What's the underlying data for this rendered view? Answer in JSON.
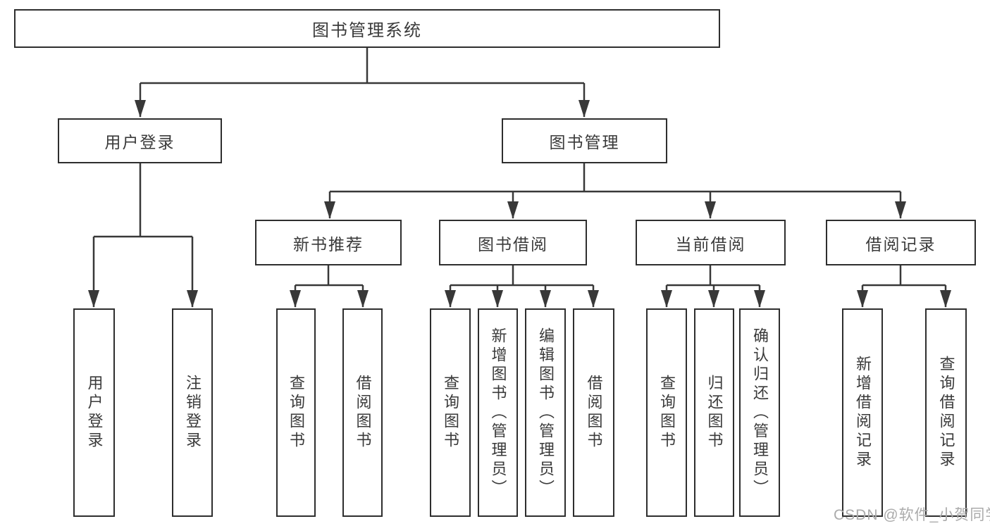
{
  "tree": {
    "root": {
      "label": "图书管理系统",
      "children": [
        {
          "label": "用户登录",
          "children": [
            {
              "label": "用户登录"
            },
            {
              "label": "注销登录"
            }
          ]
        },
        {
          "label": "图书管理",
          "children": [
            {
              "label": "新书推荐",
              "children": [
                {
                  "label": "查询图书"
                },
                {
                  "label": "借阅图书"
                }
              ]
            },
            {
              "label": "图书借阅",
              "children": [
                {
                  "label": "查询图书"
                },
                {
                  "label": "新增图书（管理员）"
                },
                {
                  "label": "编辑图书（管理员）"
                },
                {
                  "label": "借阅图书"
                }
              ]
            },
            {
              "label": "当前借阅",
              "children": [
                {
                  "label": "查询图书"
                },
                {
                  "label": "归还图书"
                },
                {
                  "label": "确认归还（管理员）"
                }
              ]
            },
            {
              "label": "借阅记录",
              "children": [
                {
                  "label": "新增借阅记录"
                },
                {
                  "label": "查询借阅记录"
                }
              ]
            }
          ]
        }
      ]
    }
  },
  "watermark": "CSDN @软件_小贺同学",
  "colors": {
    "line": "#383838",
    "box_border": "#2e2e2e",
    "text": "#3a3a3a",
    "watermark": "#ababab",
    "background": "#ffffff"
  }
}
